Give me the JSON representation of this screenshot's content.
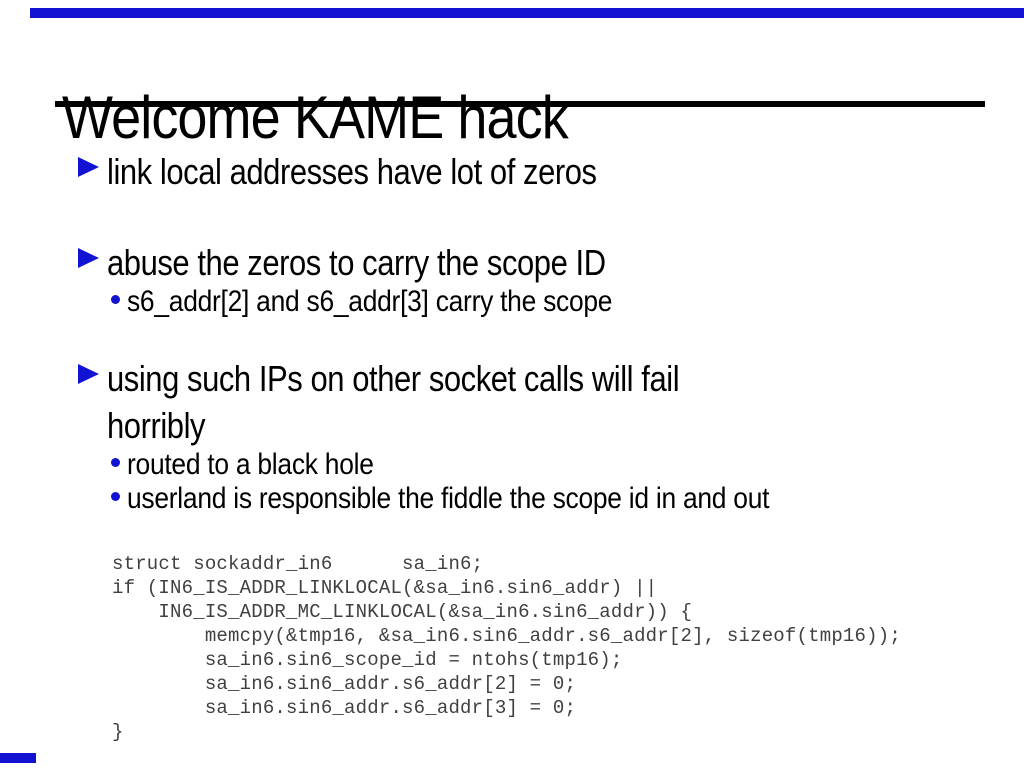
{
  "slide": {
    "title": "Welcome KAME hack",
    "bullets": [
      {
        "text": "link local addresses have lot of zeros",
        "children": []
      },
      {
        "text": "abuse the zeros to carry the scope ID",
        "children": [
          "s6_addr[2] and s6_addr[3] carry the scope"
        ]
      },
      {
        "text": "using such IPs on other socket calls will fail\nhorribly",
        "children": [
          "routed to a black hole",
          "userland is responsible the fiddle the scope id in and out"
        ]
      }
    ],
    "code": {
      "lines": [
        "struct sockaddr_in6      sa_in6;",
        "if (IN6_IS_ADDR_LINKLOCAL(&sa_in6.sin6_addr) ||",
        "    IN6_IS_ADDR_MC_LINKLOCAL(&sa_in6.sin6_addr)) {",
        "        memcpy(&tmp16, &sa_in6.sin6_addr.s6_addr[2], sizeof(tmp16));",
        "        sa_in6.sin6_scope_id = ntohs(tmp16);",
        "        sa_in6.sin6_addr.s6_addr[2] = 0;",
        "        sa_in6.sin6_addr.s6_addr[3] = 0;",
        "}"
      ]
    },
    "colors": {
      "accent_blue": "#1212d2",
      "title_text": "#000000",
      "body_text": "#000000",
      "code_text": "#404040",
      "underline": "#000000",
      "background": "#ffffff"
    }
  }
}
